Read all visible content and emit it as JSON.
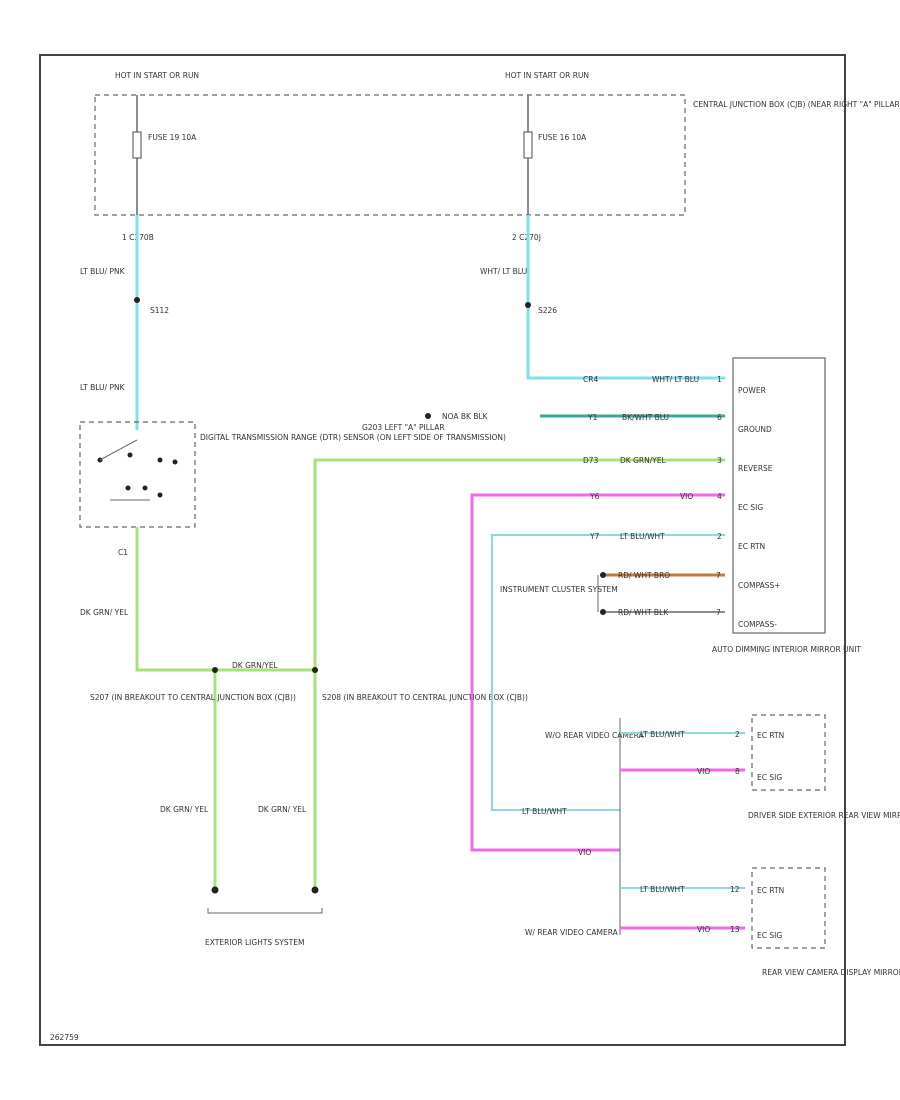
{
  "top_left": {
    "hot_in": "HOT IN START OR RUN",
    "fuse": "FUSE 19 10A",
    "connector": "1  C270B",
    "wire1": "LT BLU/ PNK",
    "splice": "S112",
    "wire2": "LT BLU/ PNK"
  },
  "top_right": {
    "hot_in": "HOT IN START OR RUN",
    "fuse": "FUSE 16 10A",
    "connector": "2  C270J",
    "wire": "WHT/ LT BLU",
    "splice": "S226"
  },
  "cjb_label": "CENTRAL JUNCTION BOX (CJB) (NEAR RIGHT \"A\" PILLAR)",
  "sensor": {
    "label": "DIGITAL TRANSMISSION RANGE (DTR) SENSOR (ON LEFT SIDE OF TRANSMISSION)",
    "pin": "C1",
    "wire_out": "DK GRN/ YEL"
  },
  "g203": {
    "label": "G203 LEFT \"A\" PILLAR",
    "wire": "NOA BK BLK"
  },
  "splices": {
    "s207": "S207 (IN BREAKOUT TO CENTRAL JUNCTION BOX (CJB))",
    "s208": "S208 (IN BREAKOUT TO CENTRAL JUNCTION BOX (CJB))",
    "bus_wire": "DK GRN/YEL",
    "drop1": "DK GRN/ YEL",
    "drop2": "DK GRN/ YEL"
  },
  "exterior_lights": "EXTERIOR LIGHTS SYSTEM",
  "mirror_unit": {
    "label": "AUTO DIMMING INTERIOR MIRROR UNIT",
    "pins": [
      "POWER",
      "GROUND",
      "REVERSE",
      "EC SIG",
      "EC RTN",
      "COMPASS+",
      "COMPASS-"
    ],
    "wires": [
      {
        "circuit": "CR4",
        "color": "WHT/ LT BLU",
        "pin": "1"
      },
      {
        "circuit": "Y1",
        "color": "BK/WHT BLU",
        "pin": "6"
      },
      {
        "circuit": "D73",
        "color": "DK GRN/YEL",
        "pin": "3"
      },
      {
        "circuit": "Y6",
        "color": "VIO",
        "pin": "4"
      },
      {
        "circuit": "Y7",
        "color": "LT BLU/WHT",
        "pin": "2"
      },
      {
        "circuit": "",
        "color": "RD/ WHT BRO",
        "pin": "7"
      },
      {
        "circuit": "",
        "color": "RD/ WHT BLK",
        "pin": "7"
      }
    ]
  },
  "cluster": "INSTRUMENT CLUSTER SYSTEM",
  "camera_wo": "W/O REAR VIDEO CAMERA",
  "camera_w": "W/ REAR VIDEO CAMERA",
  "driver_mirror": {
    "label": "DRIVER SIDE EXTERIOR REAR VIEW MIRROR",
    "pins": [
      "EC RTN",
      "EC SIG"
    ],
    "wires": [
      {
        "color": "LT BLU/WHT",
        "pin": "2"
      },
      {
        "color": "VIO",
        "pin": "8"
      }
    ]
  },
  "rear_mirror": {
    "label": "REAR VIEW CAMERA DISPLAY MIRROR",
    "pins": [
      "EC RTN",
      "EC SIG"
    ],
    "wires": [
      {
        "color": "LT BLU/WHT",
        "pin": "12"
      },
      {
        "color": "VIO",
        "pin": "13"
      }
    ]
  },
  "branch_wires": {
    "cyan": "LT BLU/WHT",
    "magenta": "VIO"
  },
  "footer_code": "262759"
}
